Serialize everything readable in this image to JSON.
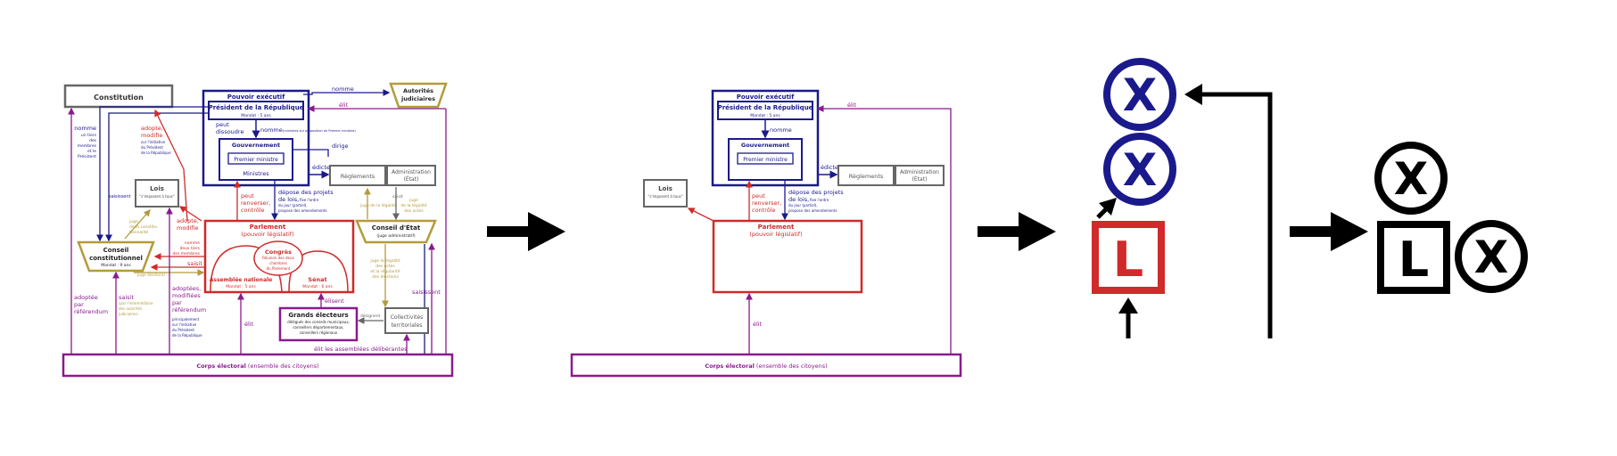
{
  "colors": {
    "executive": "#1a1a8c",
    "legislative": "#d02a2a",
    "judicial": "#b39b3c",
    "electorate": "#8a1a8c",
    "neutral": "#666666",
    "black": "#000000"
  },
  "panel1": {
    "constitution": "Constitution",
    "executive_title": "Pouvoir exécutif",
    "president_title": "Président de la République",
    "president_term": "Mandat : 5 ans",
    "judicial_authorities_1": "Autorités",
    "judicial_authorities_2": "judiciaires",
    "nomme_top": "nomme",
    "elit_top": "élit",
    "nomme_left": [
      "nomme",
      "un tiers",
      "des",
      "membres",
      "et le",
      "Président"
    ],
    "peut_dissoudre": [
      "peut",
      "dissoudre"
    ],
    "nomme_pm": "nomme",
    "nomme_pm_note": "(ministres sur proposition du Premier ministre)",
    "adopte_modifie": [
      "adopte,",
      "modifie"
    ],
    "adopte_note": [
      "sur l'initiative",
      "du Président",
      "de la République"
    ],
    "gouvernement": "Gouvernement",
    "premier_ministre": "Premier ministre",
    "ministres": "Ministres",
    "dirige": "dirige",
    "edicte": "édicte",
    "reglements": "Règlements",
    "administration": [
      "Administration",
      "(État)"
    ],
    "saisissent": "saisissent",
    "lois": "Lois",
    "lois_note": "\"s'imposent à tous\"",
    "juge_constit": [
      "juge",
      "de la constitu-",
      "tionnalité"
    ],
    "adopte_modifie2": [
      "adopte,",
      "modifie"
    ],
    "peut_renverser": [
      "peut",
      "renverser,",
      "contrôle"
    ],
    "depose": [
      "dépose des projets",
      "de lois,"
    ],
    "depose_note": [
      "fixe l'ordre",
      "du jour (partiel),",
      "propose des amendements"
    ],
    "juge_legalite": "juge de la légalité",
    "saisit_juge": "saisit",
    "juge_actes": [
      "juge",
      "de la légalité",
      "des actes"
    ],
    "conseil_constit": [
      "Conseil",
      "constitutionnel"
    ],
    "conseil_constit_term": "Mandat : 9 ans",
    "nomme_tiers": [
      "nomme",
      "deux tiers",
      "des membres"
    ],
    "saisit_left": "saisit",
    "juge_electoral": "juge électoral",
    "parlement": "Parlement",
    "parlement_sub": "(pouvoir législatif)",
    "congres": "Congrès",
    "congres_note": [
      "Réunion des deux",
      "chambres",
      "du Parlement"
    ],
    "assemblee": "Assemblée nationale",
    "assemblee_term": "Mandat : 5 ans",
    "senat": "Sénat",
    "senat_term": "Mandat : 6 ans",
    "conseil_etat": "Conseil d'État",
    "conseil_etat_sub": "(juge administratif)",
    "juge_regularite": [
      "juge la légalité",
      "des actes",
      "et la régularité",
      "des élections"
    ],
    "saisissent_right": "saisissent",
    "adoptee_ref": [
      "adoptée",
      "par",
      "référendum"
    ],
    "saisit_ref": "saisit",
    "saisit_note": [
      "(par l'intermédiaire",
      "des autorités",
      "judiciaires)"
    ],
    "adoptees_ref": [
      "adoptées,",
      "modifiées",
      "par",
      "référendum"
    ],
    "adoptees_note": [
      "principalement",
      "sur l'initiative",
      "du Président",
      "de la République"
    ],
    "elit_mid": "élit",
    "elisent": "élisent",
    "grands_electeurs": "Grands électeurs",
    "grands_electeurs_note": [
      "délégués des conseils municipaux,",
      "conseillers départementaux,",
      "conseillers régionaux"
    ],
    "designent": "désignent",
    "collectivites": [
      "Collectivités",
      "territoriales"
    ],
    "elit_assemblees": "élit les assemblées délibérantes",
    "corps_electoral": "Corps électoral",
    "corps_electoral_sub": "(ensemble des citoyens)"
  },
  "panel2": {
    "executive_title": "Pouvoir exécutif",
    "president_title": "Président de la République",
    "president_term": "Mandat : 5 ans",
    "elit_top": "élit",
    "nomme": "nomme",
    "gouvernement": "Gouvernement",
    "premier_ministre": "Premier ministre",
    "edicte": "édicte",
    "reglements": "Règlements",
    "administration": [
      "Administration",
      "(État)"
    ],
    "lois": "Lois",
    "lois_note": "\"s'imposent à tous\"",
    "peut_renverser": [
      "peut",
      "renverser,",
      "contrôle"
    ],
    "depose": [
      "dépose des projets",
      "de lois,"
    ],
    "depose_note": [
      "fixe l'ordre",
      "du jour (partiel),",
      "propose des amendements"
    ],
    "parlement": "Parlement",
    "parlement_sub": "(pouvoir législatif)",
    "elit": "élit",
    "corps_electoral": "Corps électoral",
    "corps_electoral_sub": "(ensemble des citoyens)"
  },
  "panel3": {
    "symbol_x": "X",
    "symbol_l": "L"
  },
  "panel4": {
    "symbol_x": "X",
    "symbol_l": "L"
  }
}
